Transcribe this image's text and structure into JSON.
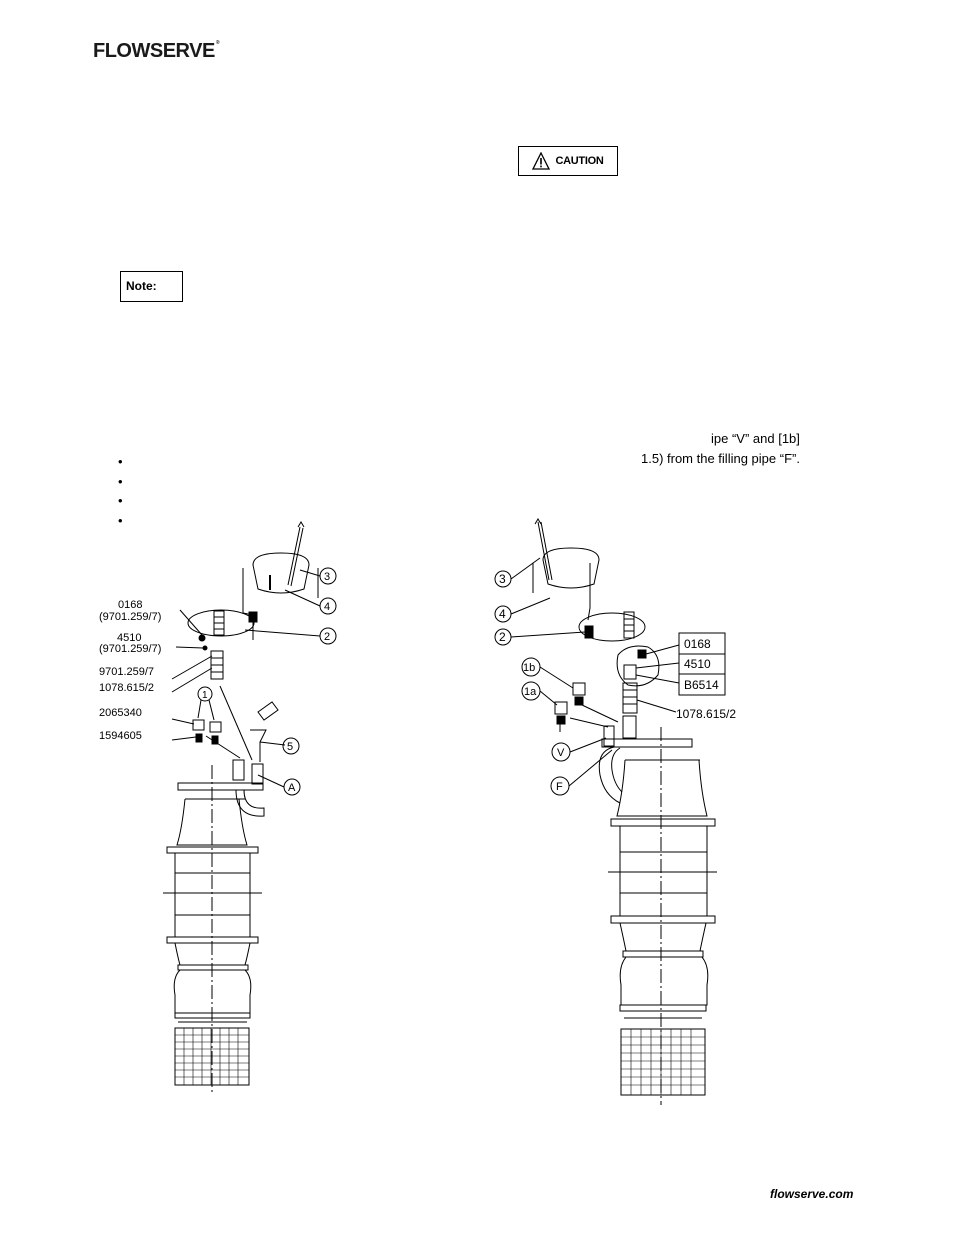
{
  "header": {
    "logo_text": "FLOWSERVE"
  },
  "warnings": {
    "caution_label": "CAUTION",
    "note_label": "Note:"
  },
  "text_fragments": {
    "line1": "ipe “V” and [1b]",
    "line2": "1.5) from the filling pipe “F”."
  },
  "bullets": [
    "•",
    "•",
    "•",
    "•"
  ],
  "left_figure": {
    "part_labels": [
      "0168",
      "(9701.259/7)",
      "4510",
      "(9701.259/7)",
      "9701.259/7",
      "1078.615/2",
      "2065340",
      "1594605"
    ],
    "callouts": [
      "1",
      "2",
      "3",
      "4",
      "5",
      "A"
    ]
  },
  "right_figure": {
    "part_labels": [
      "0168",
      "4510",
      "B6514",
      "1078.615/2"
    ],
    "callouts": [
      "1b",
      "1a",
      "2",
      "3",
      "4",
      "V",
      "F"
    ]
  },
  "footer": {
    "website": "flowserve.com"
  }
}
